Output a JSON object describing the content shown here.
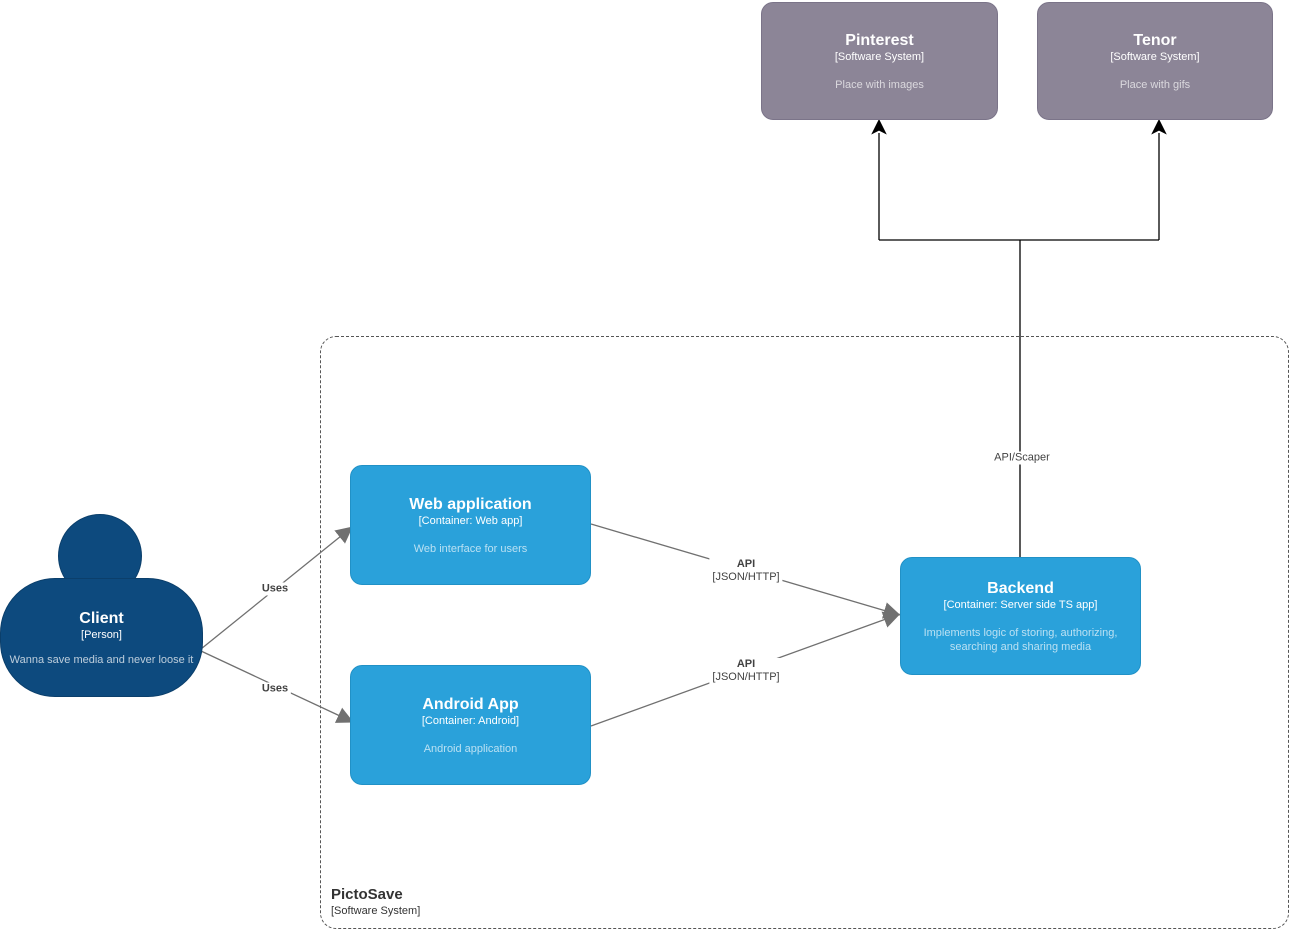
{
  "boundary": {
    "name": "PictoSave",
    "type": "[Software System]"
  },
  "nodes": {
    "pinterest": {
      "name": "Pinterest",
      "type": "[Software System]",
      "description": "Place with images"
    },
    "tenor": {
      "name": "Tenor",
      "type": "[Software System]",
      "description": "Place with gifs"
    },
    "client": {
      "name": "Client",
      "type": "[Person]",
      "description": "Wanna save media and never loose it"
    },
    "web_app": {
      "name": "Web application",
      "type": "[Container: Web app]",
      "description": "Web interface for users"
    },
    "android_app": {
      "name": "Android App",
      "type": "[Container: Android]",
      "description": "Android application"
    },
    "backend": {
      "name": "Backend",
      "type": "[Container: Server side TS app]",
      "description": "Implements logic of storing, authorizing, searching and sharing media"
    }
  },
  "edges": {
    "client_web": {
      "label": "Uses"
    },
    "client_android": {
      "label": "Uses"
    },
    "web_backend": {
      "label": "API",
      "tech": "[JSON/HTTP]"
    },
    "android_backend": {
      "label": "API",
      "tech": "[JSON/HTTP]"
    },
    "backend_external": {
      "label": "API/Scaper"
    }
  },
  "colors": {
    "external_system_fill": "#8C8597",
    "container_fill": "#2AA1DA",
    "person_fill": "#0D4A7E",
    "edge_gray": "#707070",
    "edge_black": "#000000",
    "boundary_dash": "#555555",
    "background": "#FFFFFF"
  }
}
